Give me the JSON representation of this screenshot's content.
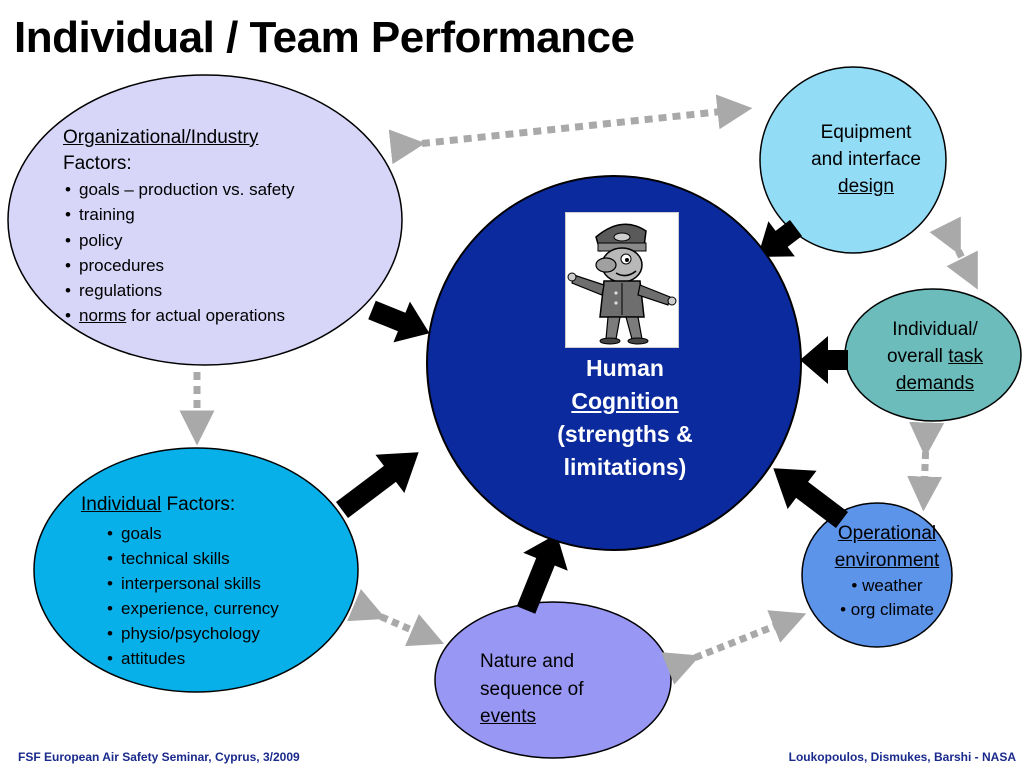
{
  "title": "Individual / Team Performance",
  "center": {
    "line1": "Human",
    "line2": "Cognition",
    "line3": "(strengths &",
    "line4": "limitations)",
    "image": "pilot-cartoon-icon"
  },
  "org_factors": {
    "heading": "Organizational/Industry",
    "heading2": "Factors:",
    "items": [
      "goals – production vs. safety",
      "training",
      "policy",
      "procedures",
      "regulations"
    ],
    "last_item_underlined": "norms",
    "last_item_rest": " for actual operations"
  },
  "individual_factors": {
    "heading_underlined": "Individual",
    "heading_rest": " Factors:",
    "items": [
      "goals",
      "technical skills",
      "interpersonal skills",
      "experience, currency",
      "physio/psychology",
      "attitudes"
    ]
  },
  "equipment": {
    "line1": "Equipment",
    "line2": "and interface",
    "line3": "design"
  },
  "task_demands": {
    "line1": "Individual/",
    "line2a": "overall ",
    "line2b": "task",
    "line3": "demands"
  },
  "operational": {
    "line1": "Operational",
    "line2": "environment",
    "items": [
      "weather",
      "org climate"
    ]
  },
  "events": {
    "line1": "Nature and",
    "line2": "sequence of",
    "line3": "events"
  },
  "footer": {
    "left": "FSF European Air Safety Seminar, Cyprus, 3/2009",
    "right": "Loukopoulos, Dismukes, Barshi - NASA"
  },
  "colors": {
    "center_fill": "#0b2a9e",
    "org_fill": "#d7d5f8",
    "individual_fill": "#08b0ea",
    "equipment_fill": "#93dcf5",
    "task_fill": "#6cbcbc",
    "operational_fill": "#5c94ea",
    "events_fill": "#9898f4",
    "arrow_black": "#000000",
    "arrow_dotted": "#a9a9a9",
    "footer_text": "#1a2a8c"
  }
}
